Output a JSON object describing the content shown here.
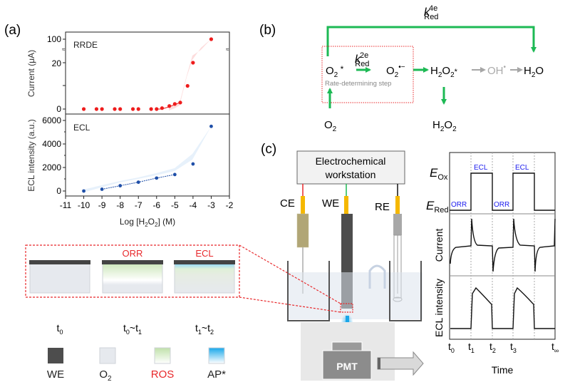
{
  "panels": {
    "a": {
      "label": "(a)",
      "x_axis_label_prefix": "Log [H",
      "x_axis_label_sub1": "2",
      "x_axis_label_mid": "O",
      "x_axis_label_sub2": "2",
      "x_axis_label_suffix": "] (M)"
    },
    "b": {
      "label": "(b)",
      "k4e_main": "k",
      "k4e_sup": "4e",
      "k4e_sub": "Red",
      "k2e_main": "k",
      "k2e_sup": "2e",
      "k2e_sub": "Red",
      "species": {
        "o2_star": "O",
        "o2_star_sub": "2",
        "o2_star_mark": " *",
        "superoxide": "O",
        "superoxide_sub": "2",
        "superoxide_sup": "•−",
        "h2o2_star_a": "H",
        "h2o2_star_sub1": "2",
        "h2o2_star_b": "O",
        "h2o2_star_sub2": "2",
        "h2o2_star_mark": "*",
        "oh_radical": "OH",
        "oh_radical_sup": "•",
        "water_a": "H",
        "water_sub": "2",
        "water_b": "O",
        "o2": "O",
        "o2_sub": "2",
        "h2o2_a": "H",
        "h2o2_sub1": "2",
        "h2o2_b": "O",
        "h2o2_sub2": "2"
      },
      "rds_label": "Rate-determining  step",
      "colors": {
        "arrow": "#1db954",
        "gray_arrow": "#a6a6a6",
        "rds_box": "#e8282b"
      }
    },
    "c": {
      "label": "(c)",
      "workstation_line1": "Electrochemical",
      "workstation_line2": "workstation",
      "electrodes": [
        "CE",
        "WE",
        "RE"
      ],
      "pmt_label": "PMT",
      "timing": {
        "e_ox": "E",
        "e_ox_sub": "Ox",
        "e_red": "E",
        "e_red_sub": "Red",
        "phase_labels": [
          "ORR",
          "ECL",
          "ORR",
          "ECL"
        ],
        "panel_labels": [
          "Current",
          "ECL intensity"
        ],
        "time_ticks": [
          {
            "main": "t",
            "sub": "0"
          },
          {
            "main": "t",
            "sub": "1"
          },
          {
            "main": "t",
            "sub": "2"
          },
          {
            "main": "t",
            "sub": "3"
          },
          {
            "main": "t",
            "sub": "∞"
          }
        ],
        "x_label": "Time"
      }
    },
    "schematic": {
      "phase_labels": [
        "",
        "ORR",
        "ECL"
      ],
      "time_labels": [
        {
          "a": "t",
          "a_sub": "0",
          "sep": "",
          "b": "",
          "b_sub": ""
        },
        {
          "a": "t",
          "a_sub": "0",
          "sep": "~",
          "b": "t",
          "b_sub": "1"
        },
        {
          "a": "t",
          "a_sub": "1",
          "sep": "~",
          "b": "t",
          "b_sub": "2"
        }
      ],
      "legend": [
        {
          "label": "WE",
          "sub": "",
          "color": "#4d4d4d",
          "label_color": "#222222"
        },
        {
          "label": "O",
          "sub": "2",
          "color": "#e6e9ee",
          "label_color": "#222222"
        },
        {
          "label": "ROS",
          "sub": "",
          "color": "#c8e6b8",
          "label_color": "#e8282b"
        },
        {
          "label": "AP*",
          "sub": "",
          "color": "#1aa6e8",
          "label_color": "#222222"
        }
      ]
    }
  },
  "chart_data": [
    {
      "type": "scatter",
      "title": "RRDE",
      "xlabel": "Log [H2O2] (M)",
      "ylabel": "Current (μA)",
      "xlim": [
        -11,
        -2
      ],
      "y_ticks": [
        "0",
        "20",
        "100"
      ],
      "y_axis_break": true,
      "x_ticks": [],
      "color": "#ee1c1c",
      "x": [
        -10,
        -9.3,
        -9,
        -8.3,
        -8,
        -7.3,
        -7,
        -6.3,
        -6,
        -5.7,
        -5.3,
        -5,
        -4.7,
        -4.3,
        -4,
        -3
      ],
      "y": [
        0,
        0,
        0,
        0,
        0,
        0,
        0,
        0,
        0,
        0.4,
        1.3,
        2.2,
        2.8,
        10,
        20,
        100
      ]
    },
    {
      "type": "line",
      "title": "ECL",
      "xlabel": "Log [H2O2] (M)",
      "ylabel": "ECL intensity (a.u.)",
      "xlim": [
        -11,
        -2
      ],
      "ylim": [
        -200,
        6300
      ],
      "y_ticks": [
        "0",
        "2000",
        "4000",
        "6000"
      ],
      "x_ticks": [
        "-11",
        "-10",
        "-9",
        "-8",
        "-7",
        "-6",
        "-5",
        "-4",
        "-3",
        "-2"
      ],
      "color": "#1f4fa8",
      "x": [
        -10,
        -9,
        -8,
        -7,
        -6,
        -5,
        -4,
        -3
      ],
      "y": [
        0,
        150,
        450,
        750,
        1100,
        1400,
        2300,
        5500
      ]
    }
  ]
}
